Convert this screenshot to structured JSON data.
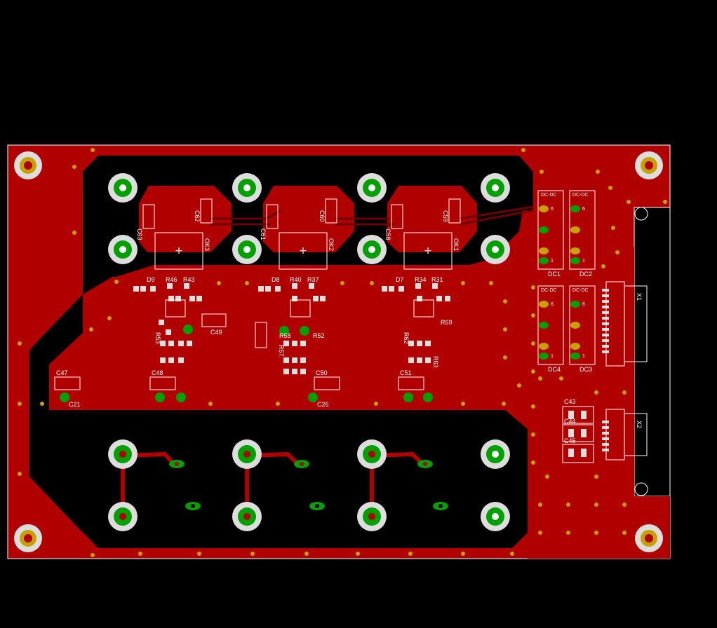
{
  "board": {
    "copper_color": "#b00000",
    "outline_color": "#ffffff",
    "background_color": "#000000",
    "pad_green": "#00a000",
    "pad_gold": "#c8a000",
    "silk_color": "#ffffff"
  },
  "labels": {
    "c63": "C63",
    "c62": "C62",
    "c61": "C61",
    "c60": "C60",
    "c58": "C58",
    "c59": "C59",
    "ok3": "OK3",
    "ok2": "OK2",
    "ok1": "OK1",
    "d9": "D9",
    "r46": "R46",
    "r43": "R43",
    "d8": "D8",
    "r40": "R40",
    "r37": "R37",
    "d7": "D7",
    "r34": "R34",
    "r31": "R31",
    "c49": "C49",
    "c48": "C48",
    "c47": "C47",
    "c50": "C50",
    "c51": "C51",
    "c21": "C21",
    "c26": "C26",
    "r53": "R53",
    "r57": "R57",
    "r58": "R58",
    "r52": "R52",
    "r62": "R62",
    "r63": "R63",
    "r69": "R69",
    "dc_dc_1": "DC-DC",
    "dc_dc_2": "DC-DC",
    "dc_dc_3": "DC-DC",
    "dc_dc_4": "DC-DC",
    "dc1": "DC1",
    "dc2": "DC2",
    "dc3": "DC3",
    "dc4": "DC4",
    "x1": "X1",
    "x2": "X2",
    "c43": "C43",
    "c44": "C44",
    "c45": "C45",
    "pin6": "6",
    "pin1": "1"
  }
}
